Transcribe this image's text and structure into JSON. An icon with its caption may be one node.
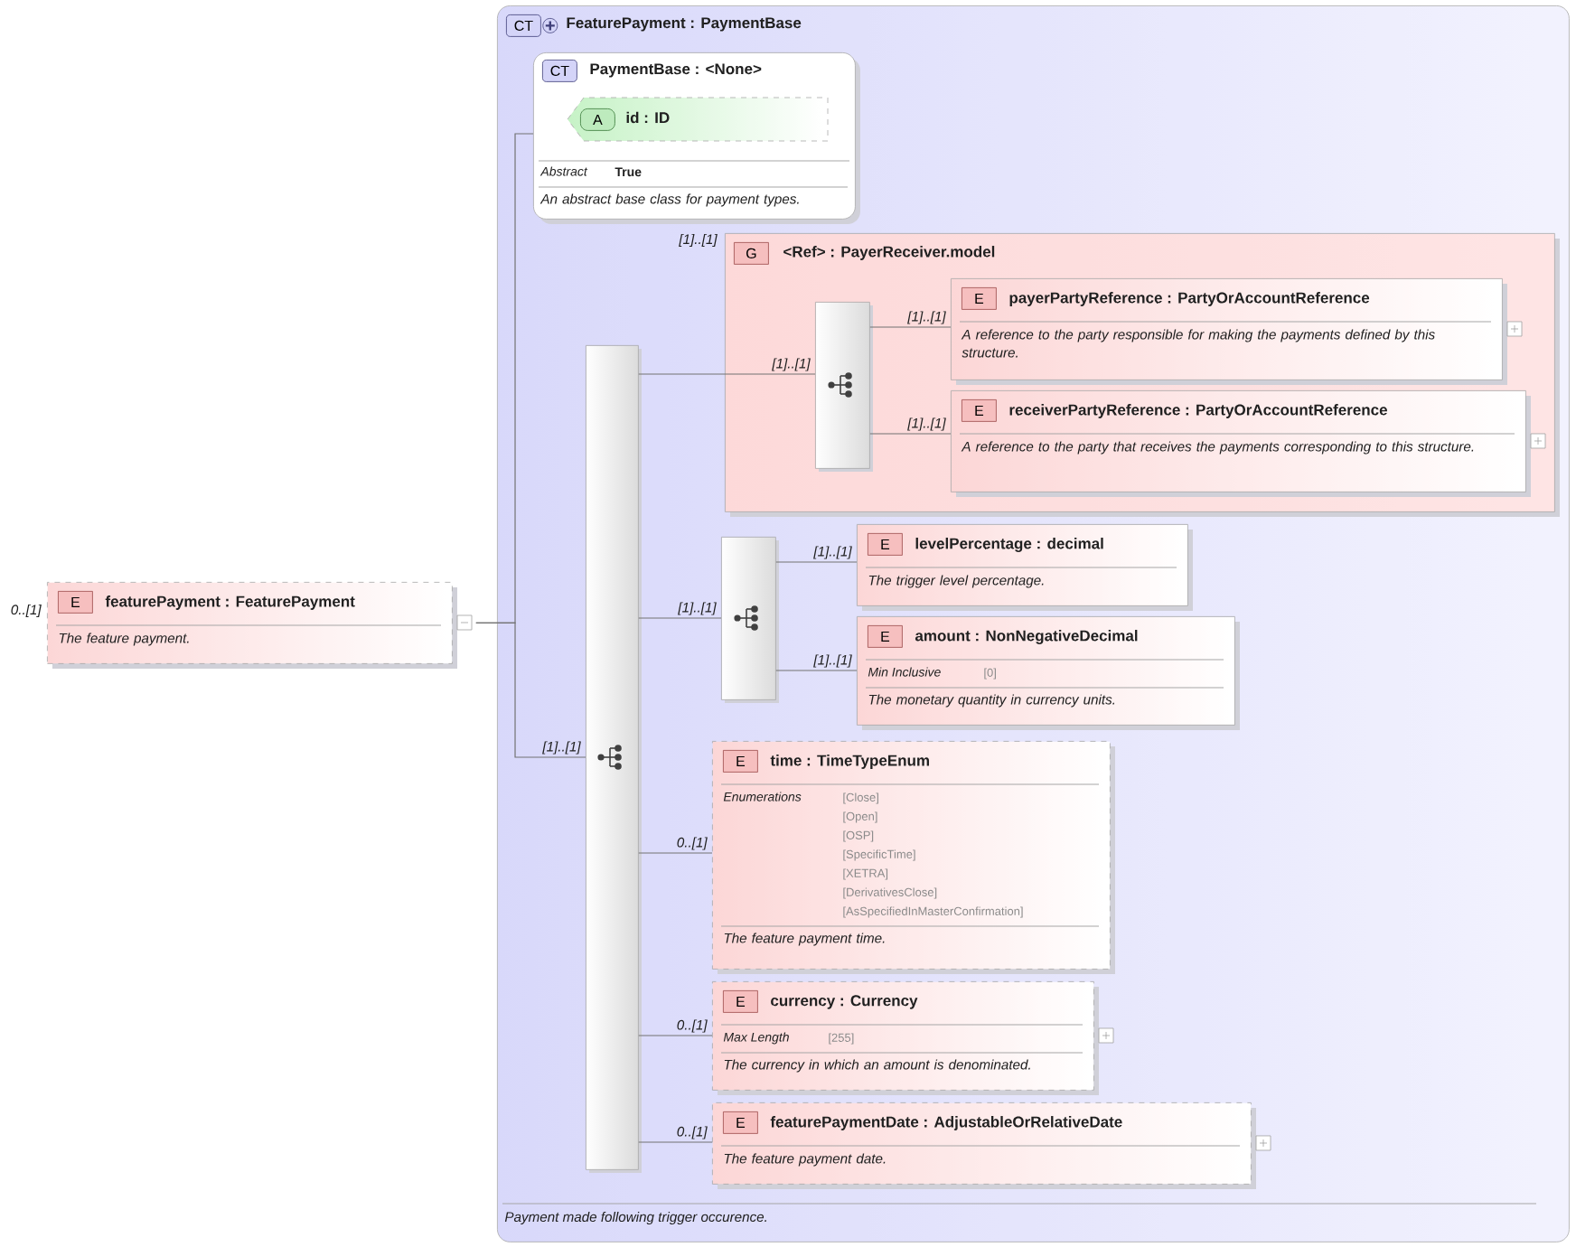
{
  "diagram": {
    "nodes": [
      {
        "text": [
          "E",
          "featurePayment : FeaturePayment",
          "The feature payment."
        ],
        "beside": [
          "0..[1]"
        ]
      },
      {
        "text": [
          "CT",
          "FeaturePayment : PaymentBase",
          "Payment made following trigger occurence."
        ]
      },
      {
        "text": [
          "CT",
          "PaymentBase : <None>",
          "Abstract",
          "True",
          "An abstract base class for payment types."
        ],
        "in": 1
      },
      {
        "text": [
          "A",
          "id : ID"
        ],
        "in": 2
      },
      {
        "text": [],
        "shape": "bar",
        "in": 1
      },
      {
        "text": [
          "G",
          "<Ref> : PayerReceiver.model"
        ],
        "beside": [
          "[1]..[1]"
        ],
        "in": 1
      },
      {
        "text": [],
        "shape": "bar",
        "in": 5
      },
      {
        "text": [
          "E",
          "payerPartyReference : PartyOrAccountReference",
          "A reference to the party responsible for making the payments defined by this structure."
        ],
        "in": 5
      },
      {
        "text": [
          "E",
          "receiverPartyReference : PartyOrAccountReference",
          "A reference to the party that receives the payments corresponding to this structure."
        ],
        "in": 5
      },
      {
        "text": [],
        "shape": "bar",
        "in": 1
      },
      {
        "text": [
          "E",
          "levelPercentage : decimal",
          "The trigger level percentage."
        ],
        "in": 1
      },
      {
        "text": [
          "E",
          "amount : NonNegativeDecimal",
          "Min Inclusive",
          "[0]",
          "The monetary quantity in currency units."
        ],
        "in": 1
      },
      {
        "text": [
          "E",
          "time : TimeTypeEnum",
          "Enumerations",
          "[Close]",
          "[Open]",
          "[OSP]",
          "[SpecificTime]",
          "[XETRA]",
          "[DerivativesClose]",
          "[AsSpecifiedInMasterConfirmation]",
          "The feature payment time."
        ],
        "in": 1
      },
      {
        "text": [
          "E",
          "currency : Currency",
          "Max Length",
          "[255]",
          "The currency in which an amount is denominated."
        ],
        "in": 1
      },
      {
        "text": [
          "E",
          "featurePaymentDate : AdjustableOrRelativeDate",
          "The feature payment date."
        ],
        "in": 1
      }
    ],
    "edges": [
      {
        "from": 0,
        "to": 2,
        "arrow": "none"
      },
      {
        "from": 0,
        "to": 4,
        "arrow": "none",
        "label": "[1]..[1]"
      },
      {
        "from": 4,
        "to": 6,
        "arrow": "none",
        "label": "[1]..[1]"
      },
      {
        "from": 6,
        "to": 7,
        "arrow": "none",
        "label": "[1]..[1]"
      },
      {
        "from": 6,
        "to": 8,
        "arrow": "none",
        "label": "[1]..[1]"
      },
      {
        "from": 4,
        "to": 9,
        "arrow": "none",
        "label": "[1]..[1]"
      },
      {
        "from": 9,
        "to": 10,
        "arrow": "none",
        "label": "[1]..[1]"
      },
      {
        "from": 9,
        "to": 11,
        "arrow": "none",
        "label": "[1]..[1]"
      },
      {
        "from": 4,
        "to": 12,
        "arrow": "none",
        "label": "0..[1]"
      },
      {
        "from": 4,
        "to": 13,
        "arrow": "none",
        "label": "0..[1]"
      },
      {
        "from": 4,
        "to": 14,
        "arrow": "none",
        "label": "0..[1]"
      }
    ]
  }
}
